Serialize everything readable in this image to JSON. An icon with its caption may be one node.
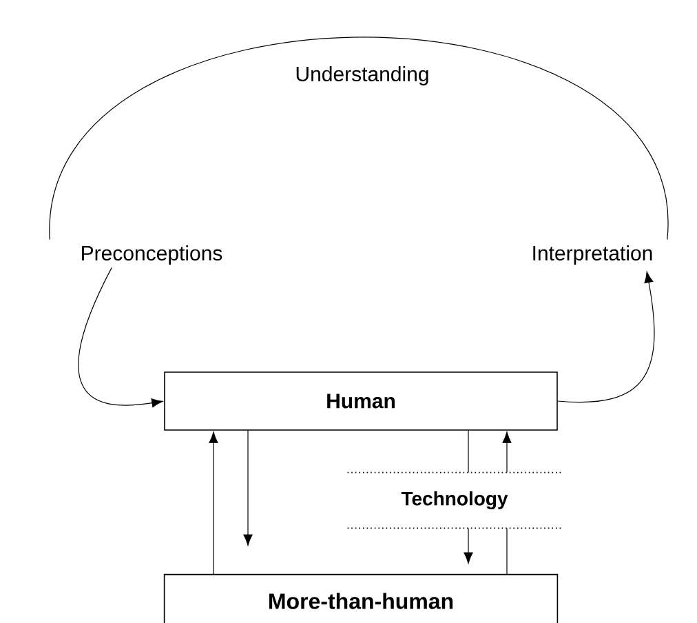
{
  "diagram": {
    "nodes": [
      {
        "text": [
          "Preconceptions"
        ]
      },
      {
        "text": [
          "Interpretation"
        ]
      },
      {
        "text": [
          "Human"
        ]
      },
      {
        "text": [
          "Technology"
        ]
      },
      {
        "text": [
          "More-than-human"
        ]
      }
    ],
    "edges": [
      {
        "from": 0,
        "to": 1,
        "arrow": "none"
      },
      {
        "from": 0,
        "to": 2,
        "arrow": "to"
      },
      {
        "from": 2,
        "to": 1,
        "arrow": "to"
      },
      {
        "from": 4,
        "to": 2,
        "arrow": "to"
      },
      {
        "from": 2,
        "to": 4,
        "arrow": "to"
      },
      {
        "from": 2,
        "to": 3,
        "arrow": "none"
      },
      {
        "from": 3,
        "to": 2,
        "arrow": "to"
      },
      {
        "from": 3,
        "to": 4,
        "arrow": "to"
      },
      {
        "from": 4,
        "to": 3,
        "arrow": "none"
      }
    ],
    "labels": [
      "Understanding"
    ]
  }
}
